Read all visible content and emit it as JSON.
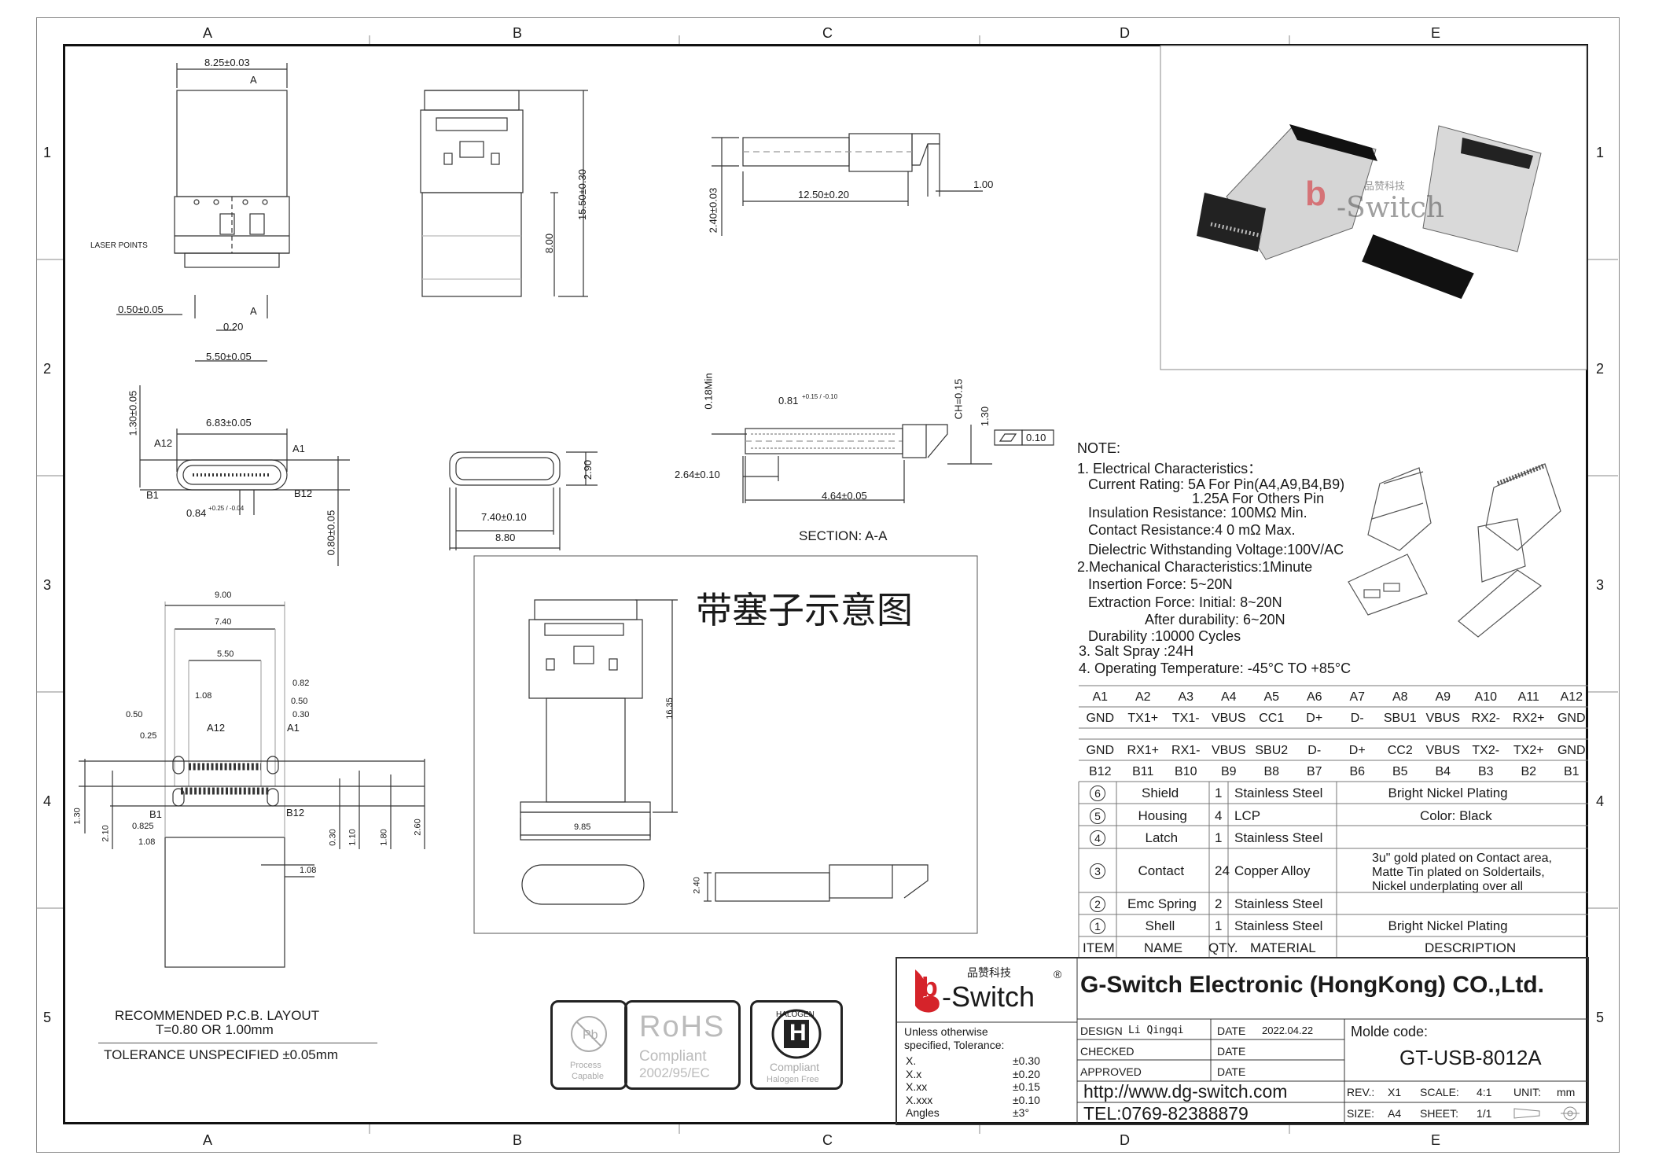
{
  "grid": {
    "columns": [
      "A",
      "B",
      "C",
      "D",
      "E"
    ],
    "rows": [
      "1",
      "2",
      "3",
      "4",
      "5"
    ]
  },
  "views": {
    "top": {
      "width": "8.25±0.03",
      "section_mark_top": "A",
      "laser": "LASER POINTS",
      "pitch": "0.50±0.05",
      "section_mark_bottom": "A",
      "tail": "0.20",
      "span": "5.50±0.05"
    },
    "front_outline": {
      "height_total": "15.50±0.30",
      "height_lower": "8.00"
    },
    "side": {
      "height": "2.40±0.03",
      "length": "12.50±0.20",
      "tail": "1.00"
    },
    "end": {
      "top": "1.30±0.05",
      "width": "6.83±0.05",
      "a12": "A12",
      "a1": "A1",
      "b1": "B1",
      "b12": "B12",
      "pin_w_base": "0.84",
      "pin_w_tol": "+0.25 / -0.04",
      "bottom": "0.80±0.05"
    },
    "end_outline": {
      "height": "2.90",
      "inner": "7.40±0.10",
      "outer": "8.80"
    },
    "section": {
      "min": "0.18Min",
      "depth_base": "0.81",
      "depth_tol": "+0.15 / -0.10",
      "chamfer": "CH=0.15",
      "h": "1.30",
      "flatness": "0.10",
      "left": "2.64±0.10",
      "right": "4.64±0.05",
      "label": "SECTION:  A-A"
    },
    "pcb": {
      "d900": "9.00",
      "d740": "7.40",
      "d550": "5.50",
      "d108": "1.08",
      "d082": "0.82",
      "d050r": "0.50",
      "d030r": "0.30",
      "d050l": "0.50",
      "d025": "0.25",
      "a12": "A12",
      "a1": "A1",
      "b1": "B1",
      "b12": "B12",
      "d0825": "0.825",
      "d108b": "1.08",
      "d108r": "1.08",
      "v130": "1.30",
      "v210": "2.10",
      "v030": "0.30",
      "v110": "1.10",
      "v180": "1.80",
      "v260": "2.60",
      "title": "RECOMMENDED  P.C.B. LAYOUT",
      "thickness": "T=0.80 OR 1.00mm",
      "tolerance": "TOLERANCE UNSPECIFIED ±0.05mm"
    },
    "plug": {
      "title": "带塞子示意图",
      "height": "16.35",
      "width": "9.85",
      "thick": "2.40"
    }
  },
  "notes": {
    "header": "NOTE:",
    "lines": [
      "1. Electrical Characteristics：",
      "Current Rating: 5A For Pin(A4,A9,B4,B9)",
      "1.25A For Others Pin",
      "Insulation Resistance: 100MΩ Min.",
      "Contact Resistance:4 0 mΩ Max.",
      "Dielectric Withstanding Voltage:100V/AC",
      "2.Mechanical Characteristics:1Minute",
      "Insertion Force: 5~20N",
      "Extraction Force: Initial: 8~20N",
      "After durability: 6~20N",
      "Durability :10000 Cycles",
      "3. Salt Spray :24H",
      "4. Operating Temperature: -45°C TO +85°C"
    ]
  },
  "pinout": {
    "a_ids": [
      "A1",
      "A2",
      "A3",
      "A4",
      "A5",
      "A6",
      "A7",
      "A8",
      "A9",
      "A10",
      "A11",
      "A12"
    ],
    "a_sigs": [
      "GND",
      "TX1+",
      "TX1-",
      "VBUS",
      "CC1",
      "D+",
      "D-",
      "SBU1",
      "VBUS",
      "RX2-",
      "RX2+",
      "GND"
    ],
    "b_sigs": [
      "GND",
      "RX1+",
      "RX1-",
      "VBUS",
      "SBU2",
      "D-",
      "D+",
      "CC2",
      "VBUS",
      "TX2-",
      "TX2+",
      "GND"
    ],
    "b_ids": [
      "B12",
      "B11",
      "B10",
      "B9",
      "B8",
      "B7",
      "B6",
      "B5",
      "B4",
      "B3",
      "B2",
      "B1"
    ]
  },
  "bom": {
    "rows": [
      {
        "item": "6",
        "name": "Shield",
        "qty": "1",
        "material": "Stainless Steel",
        "desc": [
          "Bright Nickel Plating"
        ]
      },
      {
        "item": "5",
        "name": "Housing",
        "qty": "4",
        "material": "LCP",
        "desc": [
          "Color: Black"
        ]
      },
      {
        "item": "4",
        "name": "Latch",
        "qty": "1",
        "material": "Stainless Steel",
        "desc": []
      },
      {
        "item": "3",
        "name": "Contact",
        "qty": "24",
        "material": "Copper Alloy",
        "desc": [
          "3u\" gold plated on Contact area,",
          "Matte Tin plated on Soldertails,",
          "Nickel underplating over all"
        ]
      },
      {
        "item": "2",
        "name": "Emc Spring",
        "qty": "2",
        "material": "Stainless Steel",
        "desc": []
      },
      {
        "item": "1",
        "name": "Shell",
        "qty": "1",
        "material": "Stainless Steel",
        "desc": [
          "Bright Nickel Plating"
        ]
      }
    ],
    "header": {
      "item": "ITEM",
      "name": "NAME",
      "qty": "QTY.",
      "material": "MATERIAL",
      "desc": "DESCRIPTION"
    }
  },
  "titleblock": {
    "logo_cn": "品赞科技",
    "logo_text": "-Switch",
    "logo_mark": "b",
    "registered": "®",
    "company": "G-Switch Electronic (HongKong) CO.,Ltd.",
    "tol_title_1": "Unless otherwise",
    "tol_title_2": "specified, Tolerance:",
    "tolerances": [
      {
        "label": "X.",
        "value": "±0.30"
      },
      {
        "label": "X.x",
        "value": "±0.20"
      },
      {
        "label": "X.xx",
        "value": "±0.15"
      },
      {
        "label": "X.xxx",
        "value": "±0.10"
      },
      {
        "label": "Angles",
        "value": "±3°"
      }
    ],
    "design_label": "DESIGN",
    "design_name": "Li Qingqi",
    "date_label": "DATE",
    "date_value": "2022.04.22",
    "checked_label": "CHECKED",
    "approved_label": "APPROVED",
    "molde_label": "Molde code:",
    "molde_code": "GT-USB-8012A",
    "url": "http://www.dg-switch.com",
    "tel": "TEL:0769-82388879",
    "rev_label": "REV.:",
    "rev": "X1",
    "scale_label": "SCALE:",
    "scale": "4:1",
    "unit_label": "UNIT:",
    "unit": "mm",
    "size_label": "SIZE:",
    "size": "A4",
    "sheet_label": "SHEET:",
    "sheet": "1/1"
  },
  "certs": {
    "pb_1": "Process",
    "pb_2": "Capable",
    "rohs": "RoHS",
    "rohs_1": "Compliant",
    "rohs_2": "2002/95/EC",
    "halogen": "HALOGEN",
    "h_letter": "H",
    "hal_1": "Compliant",
    "hal_2": "Halogen Free"
  },
  "photo": {
    "wm_cn": "品赞科技",
    "wm_text": "-Switch",
    "wm_mark": "b"
  }
}
